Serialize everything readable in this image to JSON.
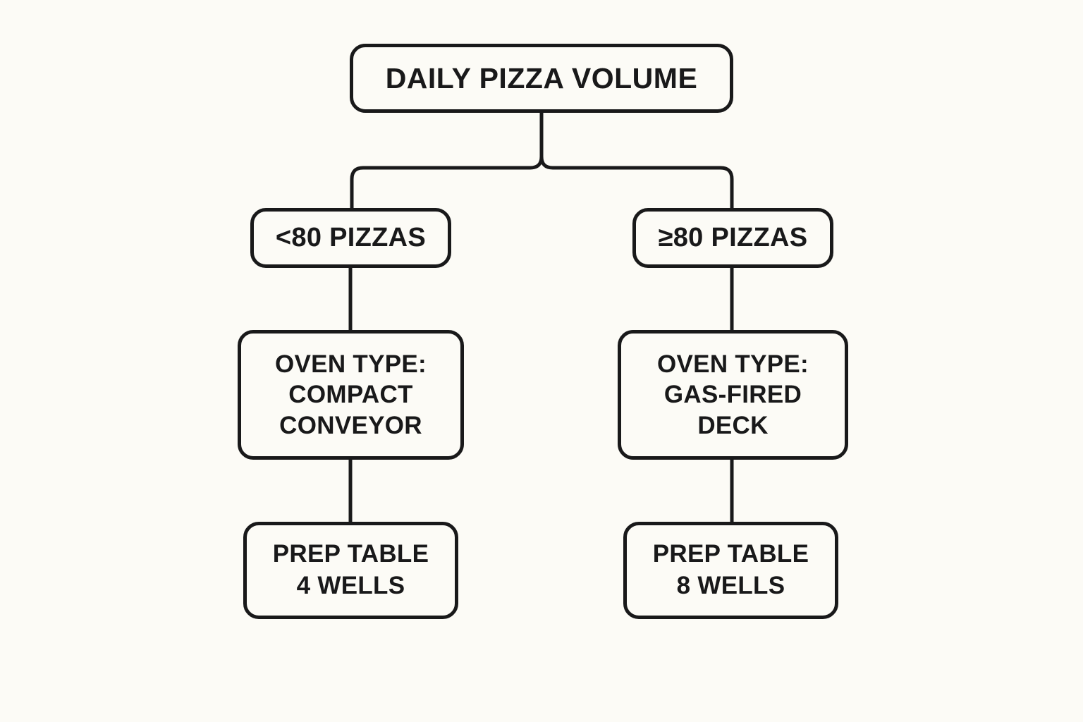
{
  "diagram": {
    "type": "decision-tree-flowchart",
    "background_color": "#fcfbf6",
    "stroke_color": "#19191a",
    "root": {
      "label": "DAILY PIZZA VOLUME"
    },
    "branches": [
      {
        "condition": "<80 PIZZAS",
        "oven": {
          "line1": "OVEN TYPE:",
          "line2": "COMPACT",
          "line3": "CONVEYOR"
        },
        "prep": {
          "line1": "PREP TABLE",
          "line2": "4 WELLS"
        }
      },
      {
        "condition": "≥80 PIZZAS",
        "oven": {
          "line1": "OVEN TYPE:",
          "line2": "GAS-FIRED",
          "line3": "DECK"
        },
        "prep": {
          "line1": "PREP TABLE",
          "line2": "8 WELLS"
        }
      }
    ]
  }
}
